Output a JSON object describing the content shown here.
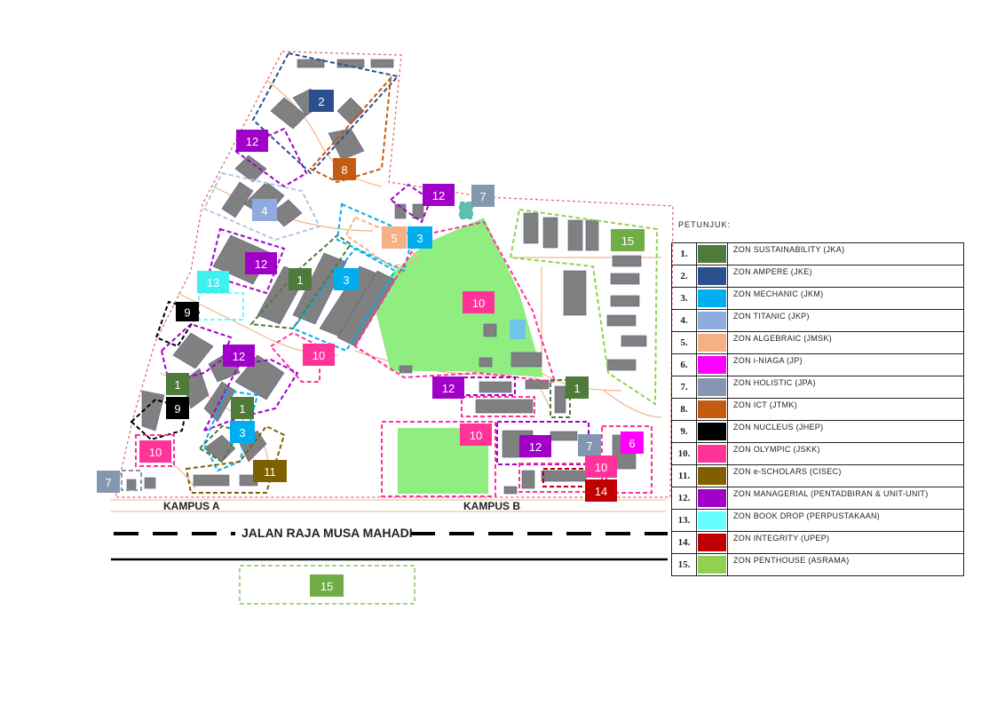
{
  "legend": {
    "title": "PETUNJUK:",
    "items": [
      {
        "num": "1.",
        "name": "ZON SUSTAINABILITY (JKA)",
        "color": "#4e7a3a"
      },
      {
        "num": "2.",
        "name": "ZON AMPERE (JKE)",
        "color": "#2a4f8c"
      },
      {
        "num": "3.",
        "name": "ZON MECHANIC (JKM)",
        "color": "#00aeef"
      },
      {
        "num": "4.",
        "name": "ZON TITANIC (JKP)",
        "color": "#8faadc"
      },
      {
        "num": "5.",
        "name": "ZON ALGEBRAIC (JMSK)",
        "color": "#f4b183"
      },
      {
        "num": "6.",
        "name": "ZON i-NIAGA (JP)",
        "color": "#ff00ff"
      },
      {
        "num": "7.",
        "name": "ZON HOLISTIC (JPA)",
        "color": "#8497b0"
      },
      {
        "num": "8.",
        "name": "ZON ICT (JTMK)",
        "color": "#c55a11"
      },
      {
        "num": "9.",
        "name": "ZON NUCLEUS (JHEP)",
        "color": "#000000"
      },
      {
        "num": "10.",
        "name": "ZON OLYMPIC (JSKK)",
        "color": "#ff3399"
      },
      {
        "num": "11.",
        "name": "ZON e-SCHOLARS (CISEC)",
        "color": "#7f6000"
      },
      {
        "num": "12.",
        "name": "ZON MANAGERIAL (PENTADBIRAN & UNIT-UNIT)",
        "color": "#a000c8"
      },
      {
        "num": "13.",
        "name": "ZON BOOK DROP (PERPUSTAKAAN)",
        "color": "#66ffff"
      },
      {
        "num": "14.",
        "name": "ZON INTEGRITY (UPEP)",
        "color": "#c00000"
      },
      {
        "num": "15.",
        "name": "ZON PENTHOUSE (ASRAMA)",
        "color": "#92d050"
      }
    ]
  },
  "map": {
    "road_name": "JALAN RAJA MUSA MAHADI",
    "campus_a": "KAMPUS A",
    "campus_b": "KAMPUS B",
    "zone_markers": [
      {
        "label": "2",
        "zone": 2
      },
      {
        "label": "12",
        "zone": 12
      },
      {
        "label": "8",
        "zone": 8
      },
      {
        "label": "4",
        "zone": 4
      },
      {
        "label": "12",
        "zone": 12
      },
      {
        "label": "7",
        "zone": 7
      },
      {
        "label": "5",
        "zone": 5
      },
      {
        "label": "3",
        "zone": 3
      },
      {
        "label": "15",
        "zone": 15
      },
      {
        "label": "12",
        "zone": 12
      },
      {
        "label": "13",
        "zone": 13
      },
      {
        "label": "1",
        "zone": 1
      },
      {
        "label": "3",
        "zone": 3
      },
      {
        "label": "10",
        "zone": 10
      },
      {
        "label": "9",
        "zone": 9
      },
      {
        "label": "12",
        "zone": 12
      },
      {
        "label": "10",
        "zone": 10
      },
      {
        "label": "1",
        "zone": 1
      },
      {
        "label": "12",
        "zone": 12
      },
      {
        "label": "1",
        "zone": 1
      },
      {
        "label": "9",
        "zone": 9
      },
      {
        "label": "1",
        "zone": 1
      },
      {
        "label": "3",
        "zone": 3
      },
      {
        "label": "10",
        "zone": 10
      },
      {
        "label": "12",
        "zone": 12
      },
      {
        "label": "7",
        "zone": 7
      },
      {
        "label": "6",
        "zone": 6
      },
      {
        "label": "10",
        "zone": 10
      },
      {
        "label": "11",
        "zone": 11
      },
      {
        "label": "7",
        "zone": 7
      },
      {
        "label": "14",
        "zone": 14
      },
      {
        "label": "10",
        "zone": 10
      },
      {
        "label": "15",
        "zone": 15
      }
    ]
  }
}
